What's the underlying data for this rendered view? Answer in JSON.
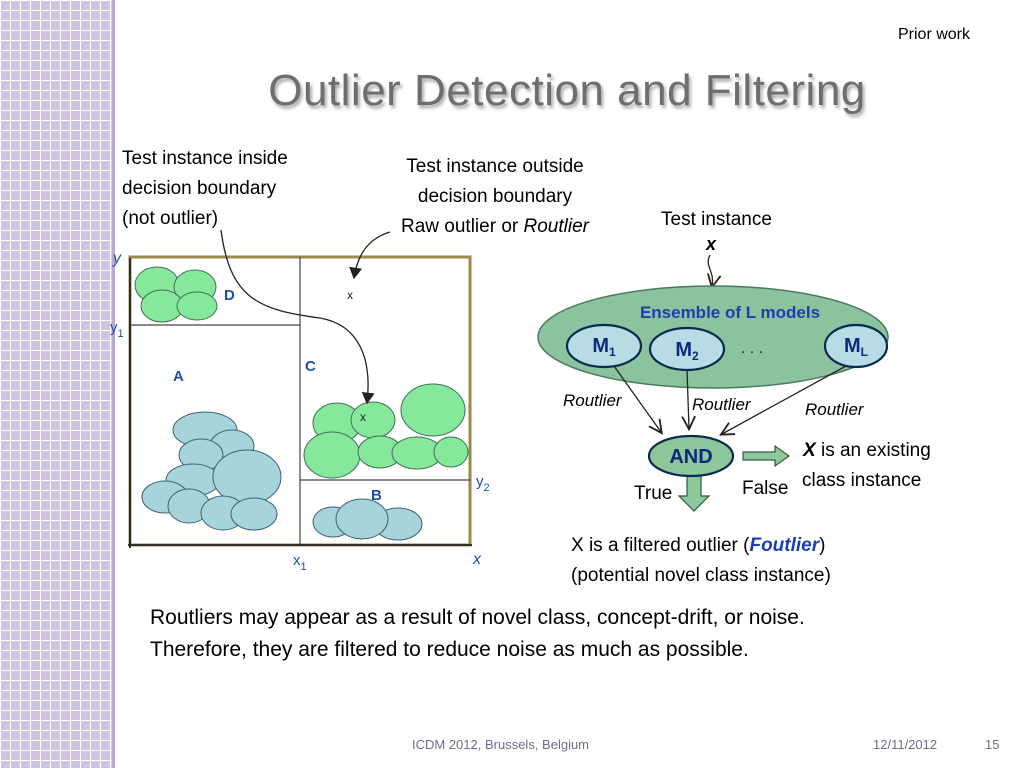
{
  "header": {
    "section": "Prior work",
    "title": "Outlier Detection and Filtering"
  },
  "annotations": {
    "inside_lines": [
      "Test instance inside",
      "decision boundary",
      "(not outlier)"
    ],
    "outside_lines": [
      "Test instance outside",
      "decision boundary"
    ],
    "outside_raw_prefix": "Raw outlier or ",
    "outside_raw_term": "Routlier"
  },
  "plot": {
    "y_axis": "y",
    "x_axis": "x",
    "y1": "y",
    "y1_sub": "1",
    "y2": "y",
    "y2_sub": "2",
    "x1": "x",
    "x1_sub": "1",
    "regions": {
      "a": "A",
      "b": "B",
      "c": "C",
      "d": "D"
    },
    "point_outside": "x",
    "point_inside": "x"
  },
  "ensemble": {
    "test_label": "Test instance",
    "test_var": "x",
    "title": "Ensemble of L models",
    "m1": "M",
    "m1_sub": "1",
    "m2": "M",
    "m2_sub": "2",
    "ml": "M",
    "ml_sub": "L",
    "dots": ". . .",
    "routlier_1": "Routlier",
    "routlier_2": "Routlier",
    "routlier_3": "Routlier",
    "and_label": "AND",
    "true_label": "True",
    "false_label": "False",
    "existing_var": "X",
    "existing_rest": " is an existing",
    "existing_line2": "class instance"
  },
  "filtered": {
    "prefix": "X is a filtered outlier (",
    "term": "Foutlier",
    "suffix": ")",
    "line2": "(potential novel class instance)"
  },
  "bottom": {
    "line1": "Routliers may appear as a result of novel class, concept-drift, or noise.",
    "line2": "Therefore, they are filtered to reduce noise as much as possible."
  },
  "footer": {
    "venue": "ICDM 2012, Brussels, Belgium",
    "date": "12/11/2012",
    "page": "15"
  },
  "colors": {
    "green_cluster": "#86e89a",
    "blue_cluster": "#a6d3dc",
    "ensemble_fill": "#8bc39e",
    "model_fill": "#b7dce6",
    "and_fill": "#8fc79c",
    "region_label": "#1f4fa8",
    "box_border": "#9b8a4e"
  }
}
